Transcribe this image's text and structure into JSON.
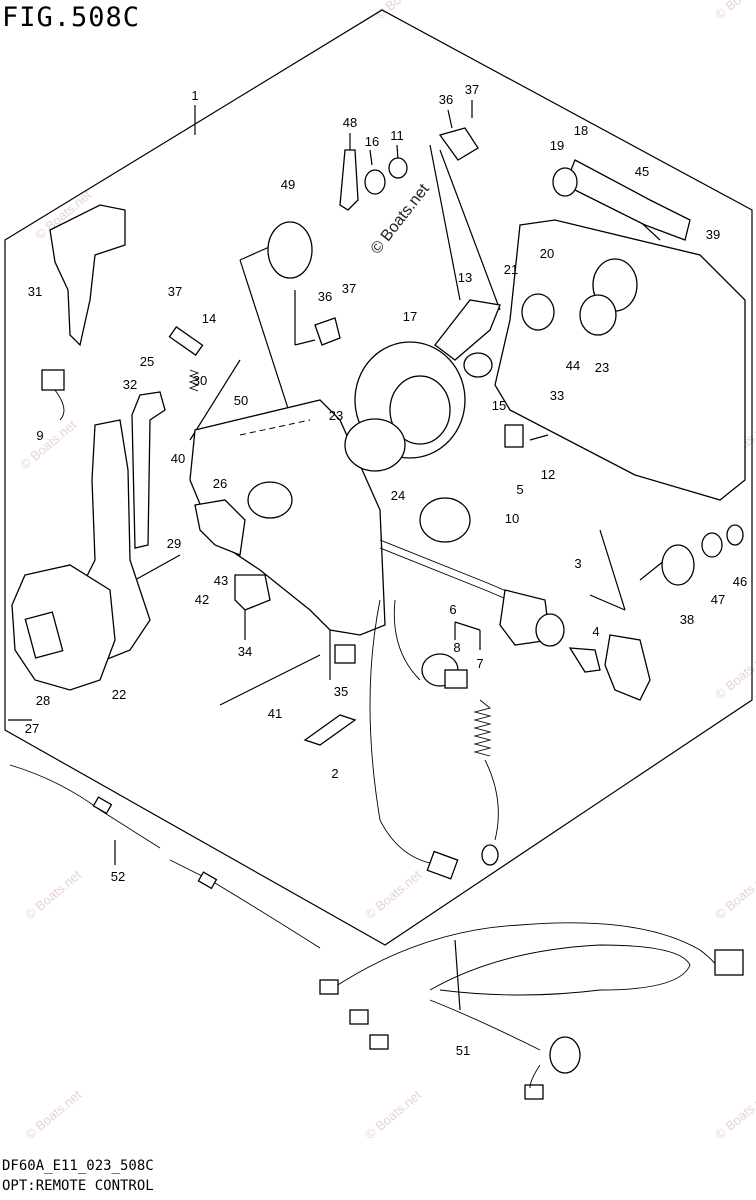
{
  "figure": {
    "title": "FIG.508C",
    "code": "DF60A_E11_023_508C",
    "caption": "OPT:REMOTE CONTROL"
  },
  "watermark": {
    "main": "© Boats.net",
    "small": "© Boats.net"
  },
  "callouts": [
    "1",
    "2",
    "3",
    "4",
    "5",
    "6",
    "7",
    "8",
    "9",
    "10",
    "11",
    "12",
    "13",
    "14",
    "15",
    "16",
    "17",
    "18",
    "19",
    "20",
    "21",
    "22",
    "23",
    "23",
    "24",
    "25",
    "26",
    "27",
    "28",
    "29",
    "30",
    "31",
    "32",
    "33",
    "34",
    "35",
    "36",
    "36",
    "37",
    "37",
    "37",
    "38",
    "39",
    "40",
    "41",
    "42",
    "43",
    "44",
    "45",
    "46",
    "47",
    "48",
    "49",
    "50",
    "51",
    "52"
  ]
}
